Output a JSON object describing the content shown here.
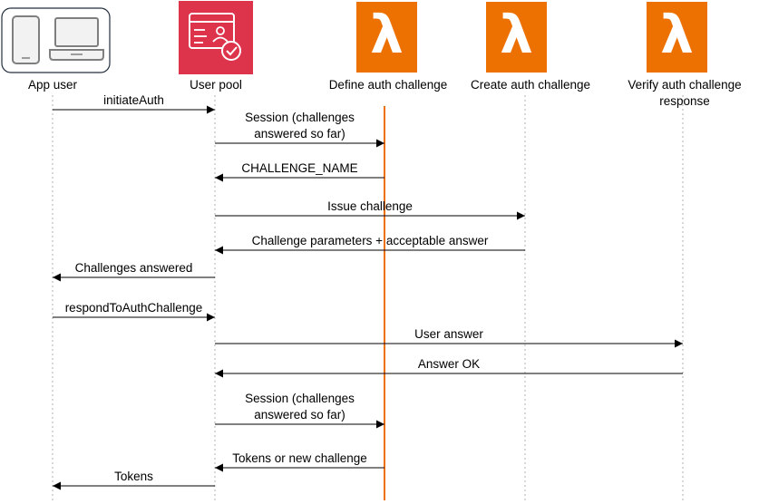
{
  "colors": {
    "lambda_orange": "#ED7100",
    "user_pool_red": "#DD344C",
    "active_lifeline": "#ED7100",
    "message_line": "#000000",
    "lifeline": "#b0b0b0"
  },
  "participants": [
    {
      "id": "app",
      "label": [
        "App user"
      ],
      "icon": "mobile-and-laptop-icon"
    },
    {
      "id": "pool",
      "label": [
        "User pool"
      ],
      "icon": "cognito-user-pool-icon"
    },
    {
      "id": "define",
      "label": [
        "Define auth challenge"
      ],
      "icon": "lambda-icon"
    },
    {
      "id": "create",
      "label": [
        "Create auth challenge"
      ],
      "icon": "lambda-icon"
    },
    {
      "id": "verify",
      "label": [
        "Verify auth challenge",
        "response"
      ],
      "icon": "lambda-icon"
    }
  ],
  "messages": [
    {
      "from": "app",
      "to": "pool",
      "label": [
        "initiateAuth"
      ]
    },
    {
      "from": "pool",
      "to": "define",
      "label": [
        "Session (challenges",
        "answered so far)"
      ]
    },
    {
      "from": "define",
      "to": "pool",
      "label": [
        "CHALLENGE_NAME"
      ]
    },
    {
      "from": "pool",
      "to": "create",
      "label": [
        "Issue challenge"
      ]
    },
    {
      "from": "create",
      "to": "pool",
      "label": [
        "Challenge parameters + acceptable answer"
      ]
    },
    {
      "from": "pool",
      "to": "app",
      "label": [
        "Challenges answered"
      ]
    },
    {
      "from": "app",
      "to": "pool",
      "label": [
        "respondToAuthChallenge"
      ]
    },
    {
      "from": "pool",
      "to": "verify",
      "label": [
        "User answer"
      ]
    },
    {
      "from": "verify",
      "to": "pool",
      "label": [
        "Answer OK"
      ]
    },
    {
      "from": "pool",
      "to": "define",
      "label": [
        "Session (challenges",
        "answered so far)"
      ]
    },
    {
      "from": "define",
      "to": "pool",
      "label": [
        "Tokens or new challenge"
      ]
    },
    {
      "from": "pool",
      "to": "app",
      "label": [
        "Tokens"
      ]
    }
  ]
}
